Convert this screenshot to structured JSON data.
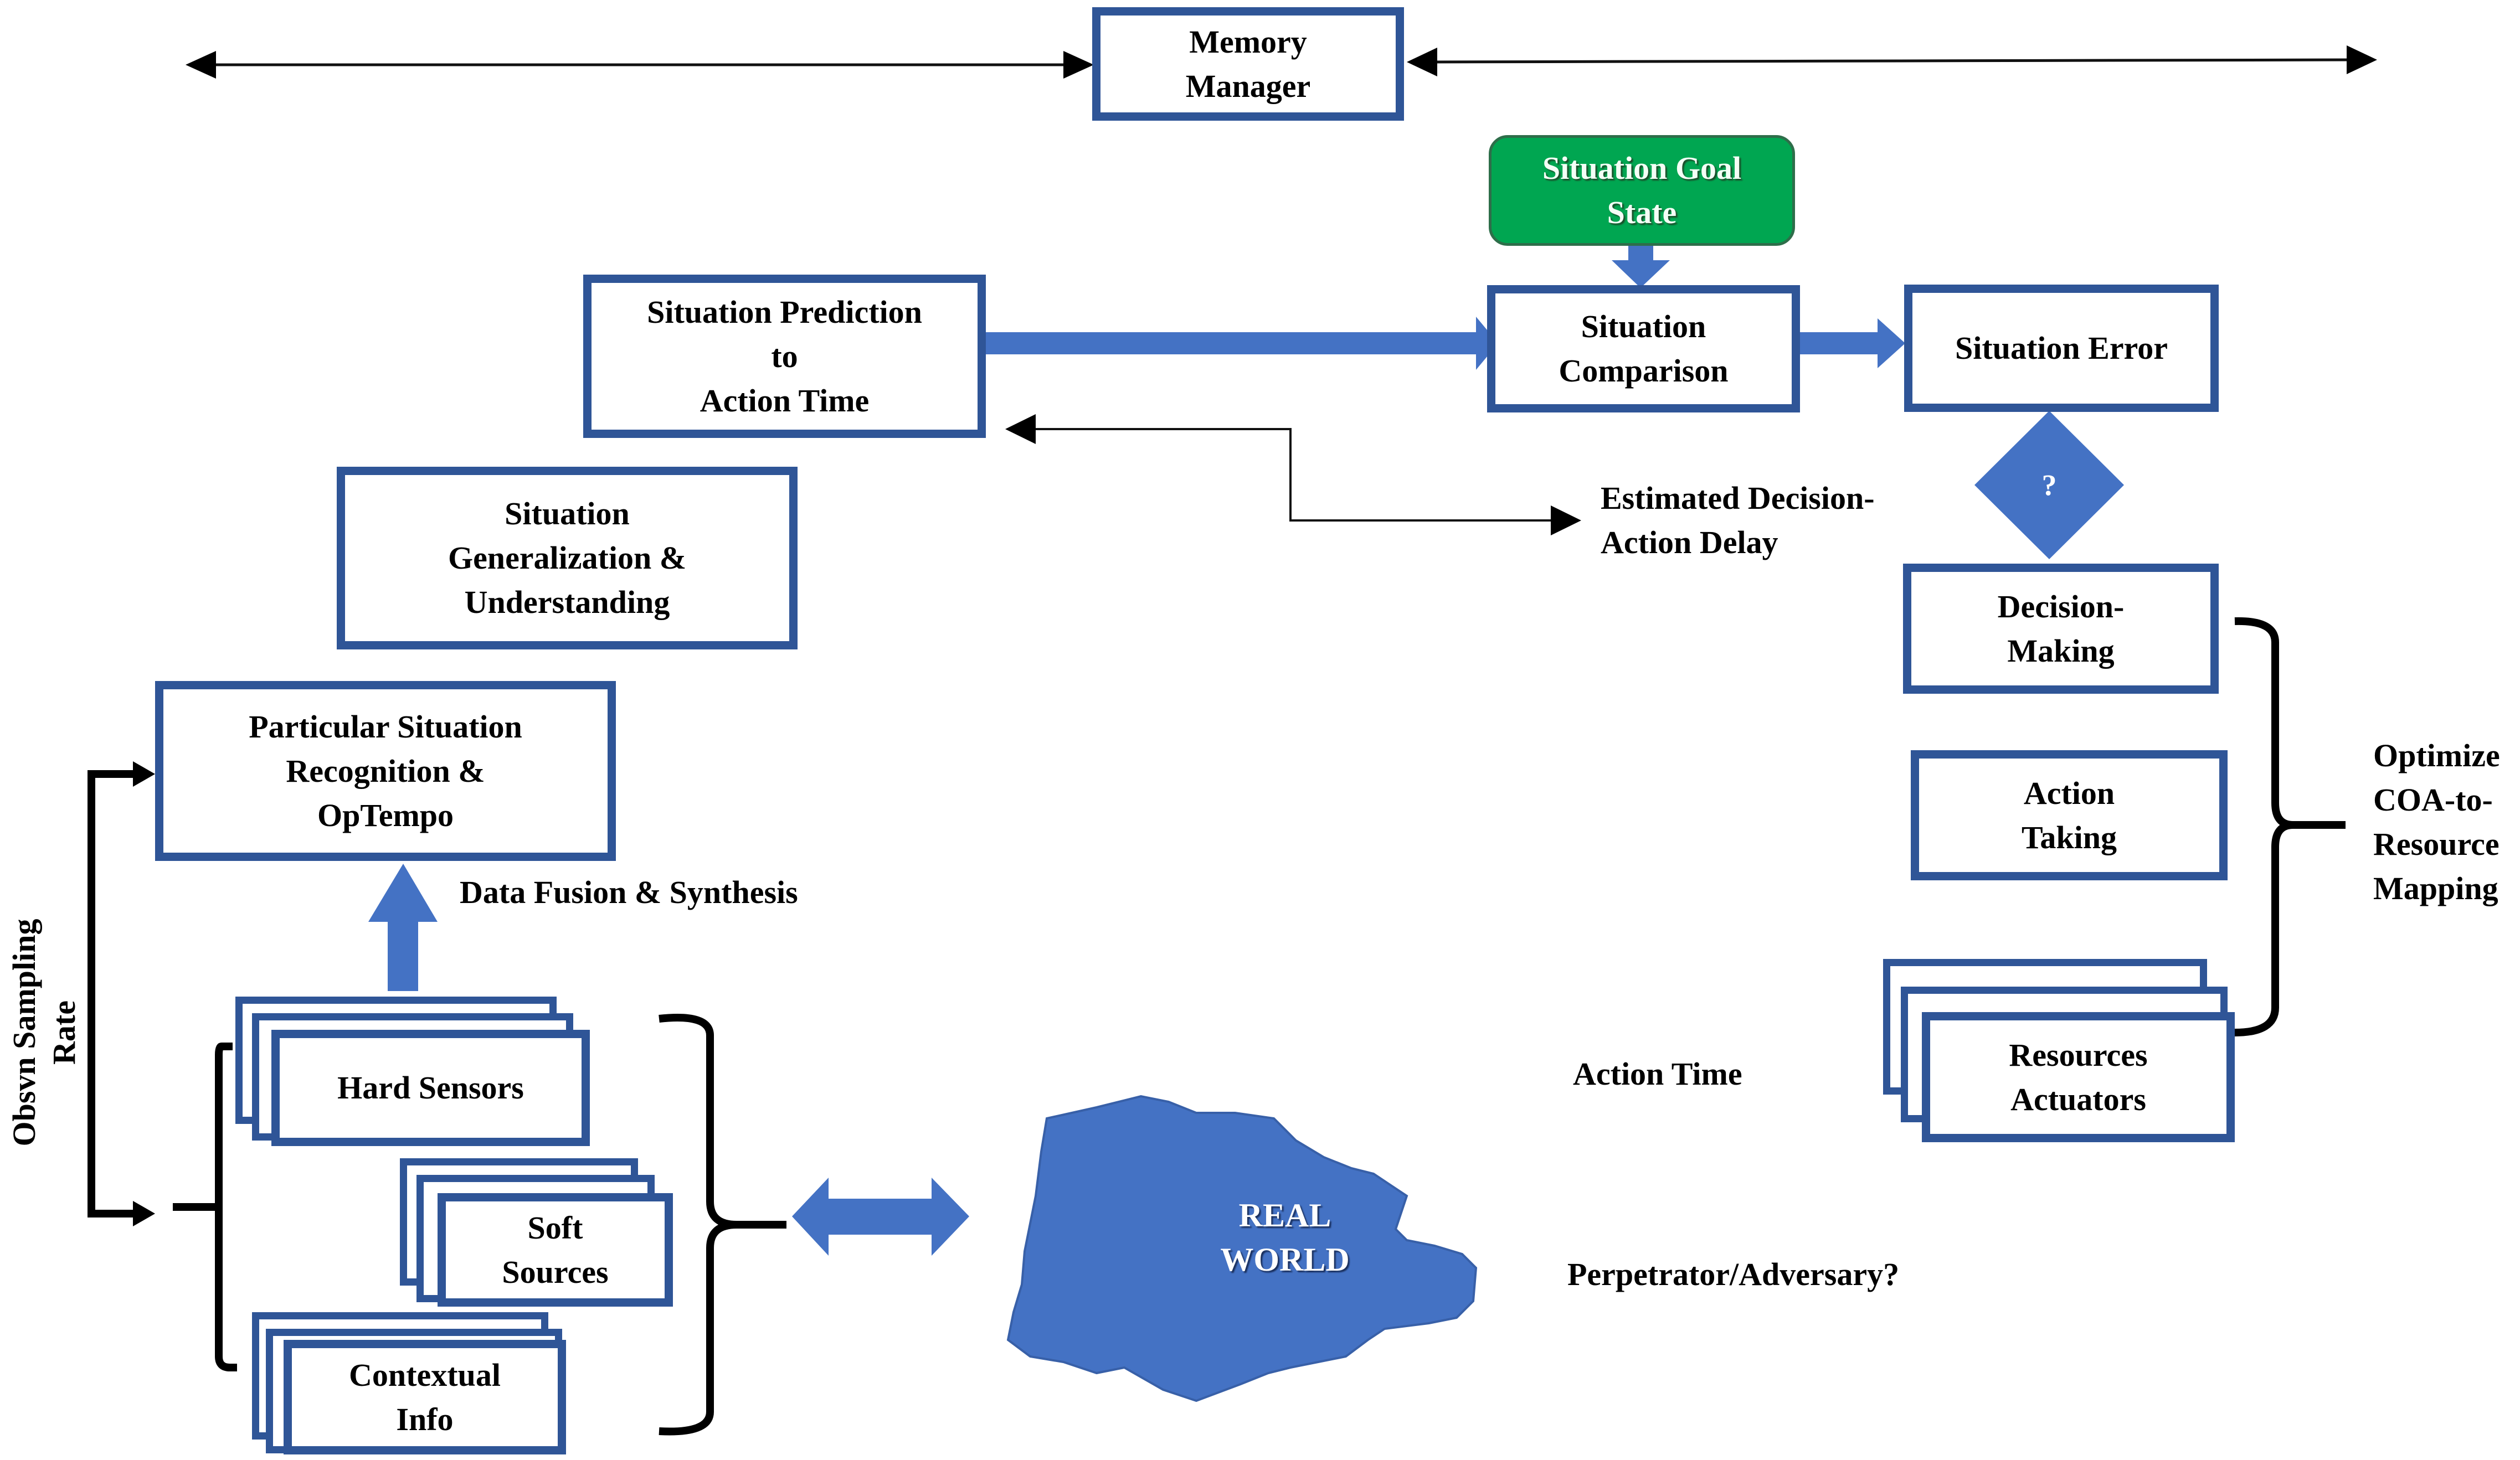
{
  "diagram": {
    "colors": {
      "box_border": "#2f5597",
      "arrow_fill": "#4472c4",
      "goal_fill": "#00a651",
      "connector": "#000000"
    },
    "nodes": {
      "memory_manager": "Memory\nManager",
      "situation_goal_state": "Situation Goal\nState",
      "situation_prediction": "Situation Prediction\nto\nAction Time",
      "situation_comparison": "Situation\nComparison",
      "situation_error": "Situation Error",
      "decision_diamond": "?",
      "situation_generalization": "Situation\nGeneralization &\nUnderstanding",
      "particular_situation": "Particular Situation\nRecognition &\nOpTempo",
      "decision_making": "Decision-\nMaking",
      "action_taking": "Action\nTaking",
      "hard_sensors": "Hard Sensors",
      "soft_sources": "Soft\nSources",
      "contextual_info": "Contextual\nInfo",
      "resources_actuators": "Resources\nActuators",
      "real_world": "REAL\nWORLD"
    },
    "labels": {
      "estimated_delay": "Estimated Decision-\nAction Delay",
      "data_fusion": "Data Fusion  & Synthesis",
      "optimize_mapping": "Optimize\nCOA-to-\nResource\nMapping",
      "action_time": "Action Time",
      "perpetrator": "Perpetrator/Adversary?",
      "obsvn_sampling": "Obsvn Sampling\nRate"
    }
  }
}
